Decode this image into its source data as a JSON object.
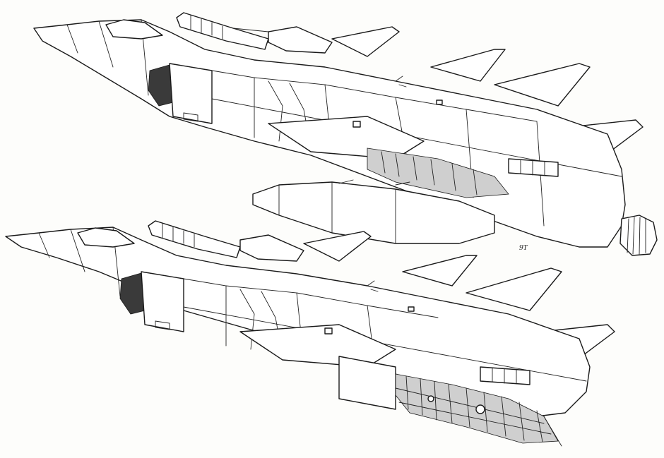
{
  "sheet": {
    "signature": "9T",
    "colors": {
      "line": "#1a1a1a",
      "paper": "#fdfdfb"
    }
  },
  "aircraft": [
    {
      "id": "upper",
      "panel_state": "closed",
      "external_tank": true,
      "exhaust_nozzle": "visible"
    },
    {
      "id": "lower",
      "panel_state": "engine-bay-open",
      "external_tank": false,
      "exhaust_nozzle": "hidden"
    }
  ]
}
